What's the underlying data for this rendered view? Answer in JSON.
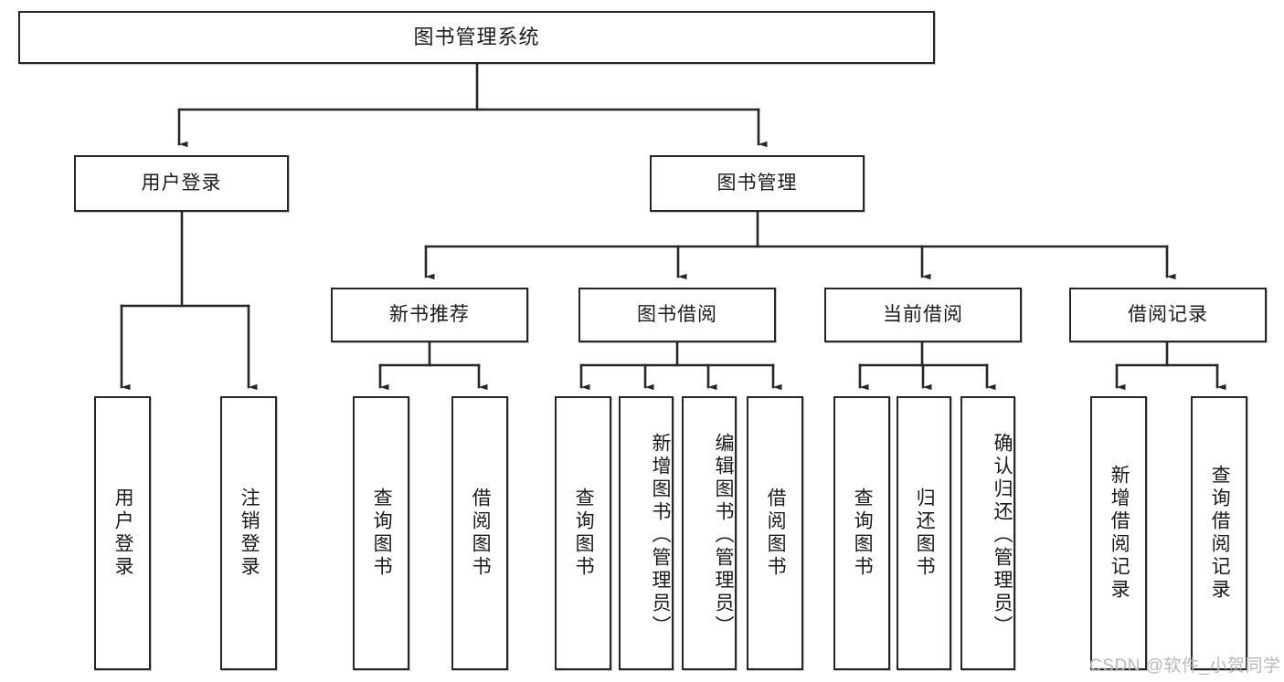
{
  "diagram": {
    "type": "tree",
    "title": "图书管理系统",
    "orientation": "top-down",
    "stroke_color": "#262626",
    "fill_color": "#ffffff",
    "levels": 4,
    "root": {
      "label": "图书管理系统"
    },
    "level2": [
      {
        "label": "用户登录"
      },
      {
        "label": "图书管理"
      }
    ],
    "level3": [
      {
        "label": "新书推荐"
      },
      {
        "label": "图书借阅"
      },
      {
        "label": "当前借阅"
      },
      {
        "label": "借阅记录"
      }
    ],
    "leaves": {
      "user_login": [
        {
          "label": "用户登录"
        },
        {
          "label": "注销登录"
        }
      ],
      "new_book_recommend": [
        {
          "label": "查询图书"
        },
        {
          "label": "借阅图书"
        }
      ],
      "book_borrow": [
        {
          "label": "查询图书"
        },
        {
          "label": "新增图书（管理员）"
        },
        {
          "label": "编辑图书（管理员）"
        },
        {
          "label": "借阅图书"
        }
      ],
      "current_borrow": [
        {
          "label": "查询图书"
        },
        {
          "label": "归还图书"
        },
        {
          "label": "确认归还（管理员）"
        }
      ],
      "borrow_record": [
        {
          "label": "新增借阅记录"
        },
        {
          "label": "查询借阅记录"
        }
      ]
    }
  },
  "watermark": {
    "text": "CSDN @软件_小贺同学"
  }
}
